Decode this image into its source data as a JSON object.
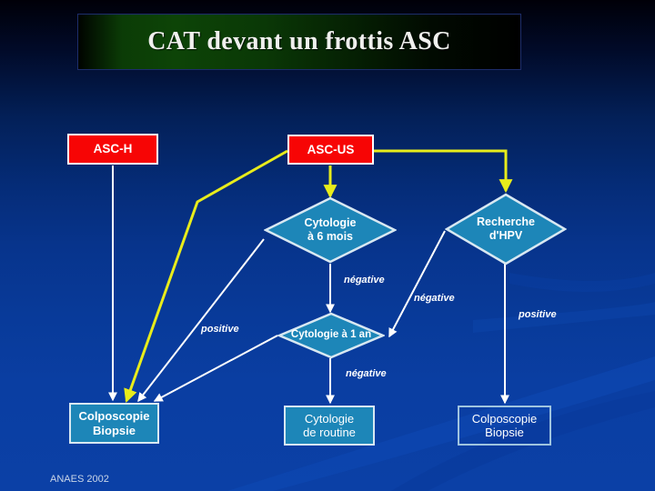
{
  "slide": {
    "title": "CAT devant un frottis ASC",
    "footer": "ANAES 2002",
    "colors": {
      "background_top": "#000008",
      "background_bottom": "#0b40a6",
      "banner_green": "#0d4407",
      "node_red": "#f70505",
      "node_teal": "#1d86b8",
      "arrow_white": "#ffffff",
      "arrow_yellow": "#e8ec1b"
    }
  },
  "nodes": {
    "asc_h": {
      "label": "ASC-H",
      "shape": "rectangle",
      "fill": "red"
    },
    "asc_us": {
      "label": "ASC-US",
      "shape": "rectangle",
      "fill": "red"
    },
    "cytologie_6mois": {
      "line1": "Cytologie",
      "line2": "à  6 mois",
      "shape": "diamond",
      "fill": "teal"
    },
    "recherche_hpv": {
      "line1": "Recherche",
      "line2": "d'HPV",
      "shape": "diamond",
      "fill": "teal"
    },
    "cytologie_1an": {
      "label": "Cytologie à 1 an",
      "shape": "diamond",
      "fill": "teal"
    },
    "colposcopie_left": {
      "line1": "Colposcopie",
      "line2": "Biopsie",
      "shape": "rectangle",
      "fill": "teal"
    },
    "cytologie_routine": {
      "line1": "Cytologie",
      "line2": "de routine",
      "shape": "rectangle",
      "fill": "teal"
    },
    "colposcopie_right": {
      "line1": "Colposcopie",
      "line2": "Biopsie",
      "shape": "rectangle",
      "fill": "outline"
    }
  },
  "edge_labels": {
    "negative_6mois": "négative",
    "negative_hpv": "négative",
    "positive_6mois": "positive",
    "negative_1an": "négative",
    "positive_hpv": "positive"
  },
  "chart_data": {
    "type": "diagram",
    "title": "CAT devant un frottis ASC",
    "flow": [
      {
        "from": "ASC-H",
        "to": "Colposcopie Biopsie",
        "label": "",
        "color": "white"
      },
      {
        "from": "ASC-US",
        "to": "Cytologie à 6 mois",
        "label": "",
        "color": "yellow"
      },
      {
        "from": "ASC-US",
        "to": "Colposcopie Biopsie",
        "label": "",
        "color": "yellow"
      },
      {
        "from": "ASC-US",
        "to": "Recherche d'HPV",
        "label": "",
        "color": "yellow"
      },
      {
        "from": "Cytologie à 6 mois",
        "to": "Cytologie à 1 an",
        "label": "négative",
        "color": "white"
      },
      {
        "from": "Cytologie à 6 mois",
        "to": "Colposcopie Biopsie",
        "label": "positive",
        "color": "white"
      },
      {
        "from": "Cytologie à 1 an",
        "to": "Cytologie de routine",
        "label": "négative",
        "color": "white"
      },
      {
        "from": "Cytologie à 1 an",
        "to": "Colposcopie Biopsie",
        "label": "",
        "color": "white"
      },
      {
        "from": "Recherche d'HPV",
        "to": "Cytologie à 1 an",
        "label": "négative",
        "color": "white"
      },
      {
        "from": "Recherche d'HPV",
        "to": "Colposcopie Biopsie",
        "label": "positive",
        "color": "white"
      }
    ]
  }
}
